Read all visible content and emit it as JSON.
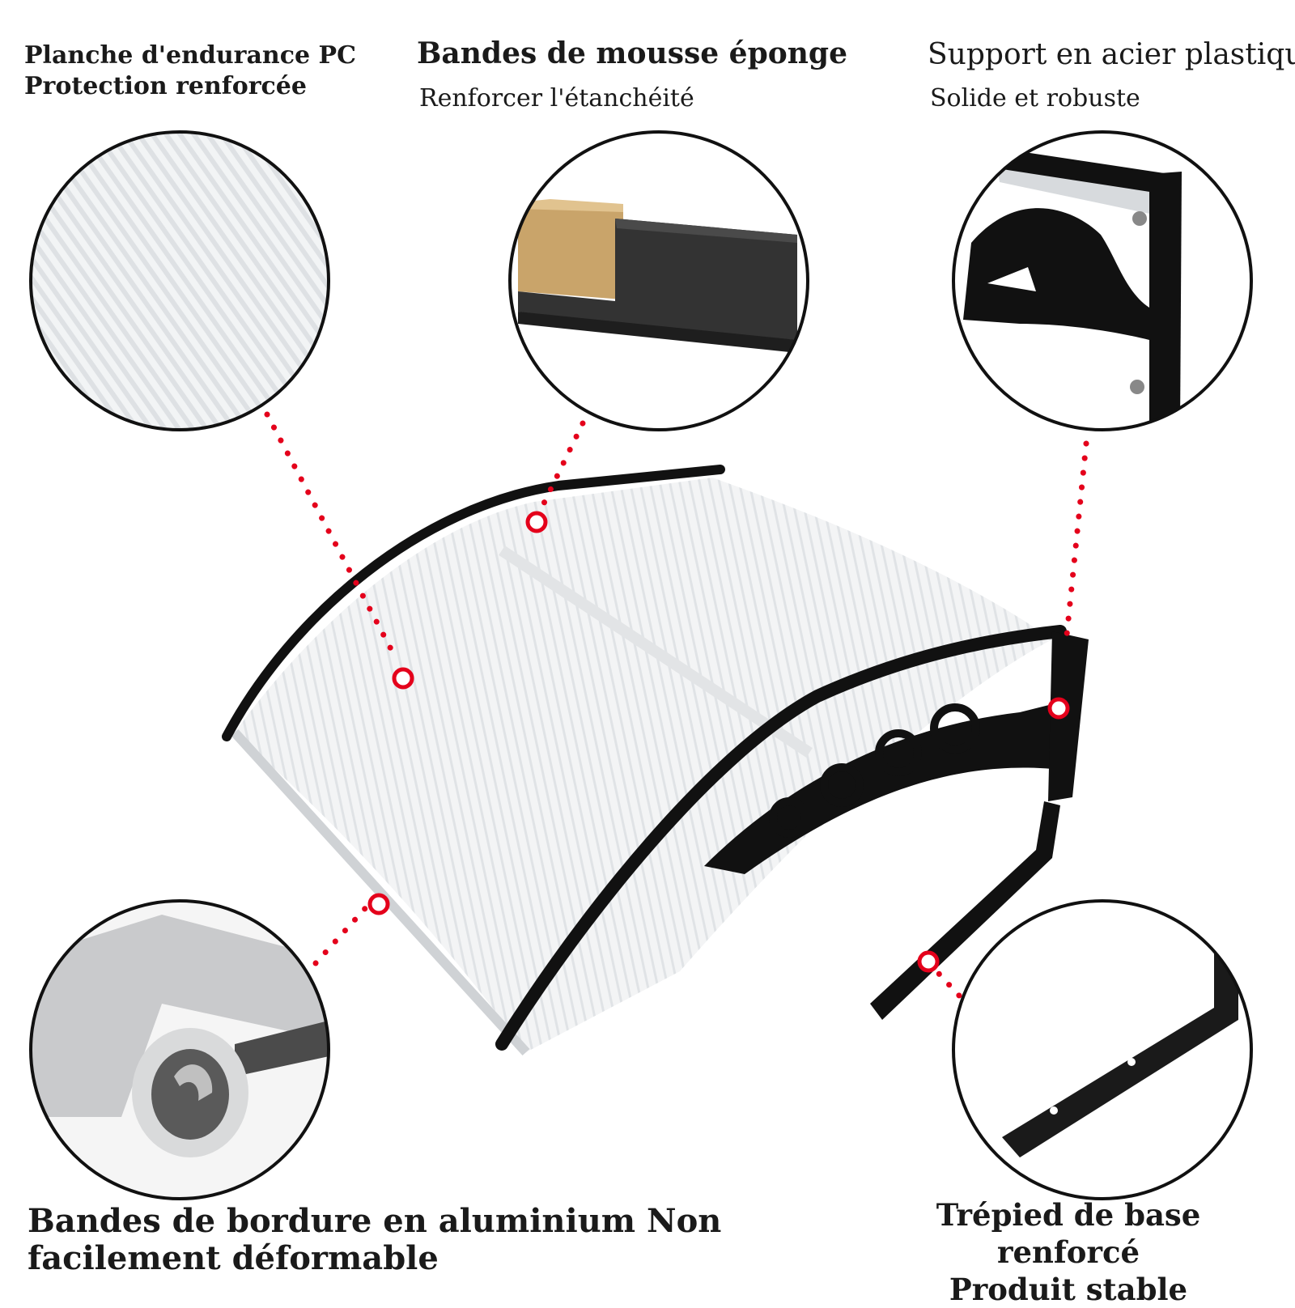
{
  "labels": {
    "pc_board": {
      "line1": "Planche d'endurance PC",
      "line2": "Protection renforcée"
    },
    "foam_strips": {
      "title": "Bandes de mousse éponge",
      "subtitle": "Renforcer l'étanchéité"
    },
    "bracket": {
      "title": "Support en acier plastique",
      "subtitle": "Solide et robuste"
    },
    "aluminium_edge": {
      "text": "Bandes de bordure en aluminium Non facilement déformable"
    },
    "base_tripod": {
      "line1": "Trépied de base renforcé",
      "line2": "Produit stable"
    }
  },
  "colors": {
    "callout_dots": "#e4001b",
    "frame": "#111111",
    "panel": "#f1f2f3",
    "foam": "#333333",
    "tape": "#c9a46a",
    "aluminium": "#c9cacc"
  }
}
